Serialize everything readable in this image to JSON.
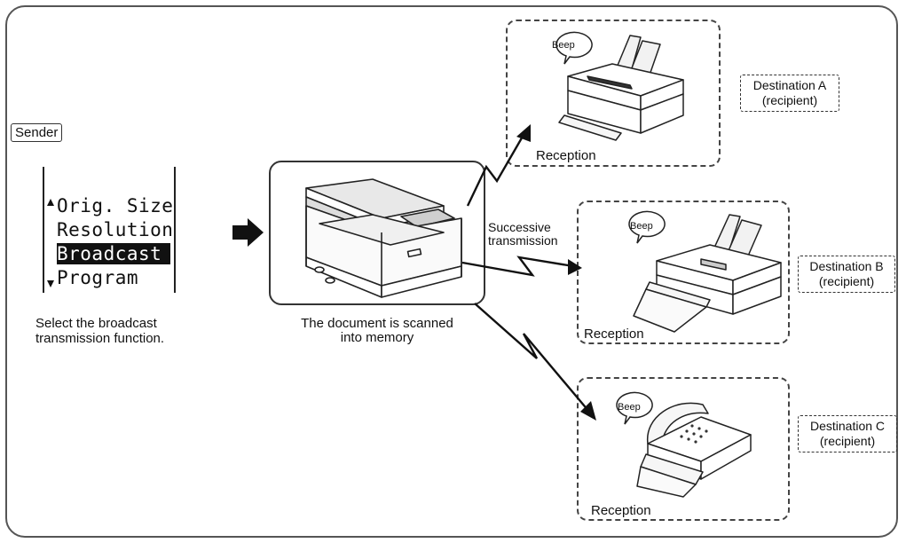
{
  "sender": {
    "label": "Sender"
  },
  "menu": {
    "items": [
      "Orig. Size",
      "Resolution",
      "Broadcast",
      "Program"
    ],
    "selected": "Broadcast",
    "caption_line1": "Select the broadcast",
    "caption_line2": "transmission function."
  },
  "scanner": {
    "caption_line1": "The document is scanned",
    "caption_line2": "into memory"
  },
  "transmission": {
    "line1": "Successive",
    "line2": "transmission"
  },
  "destinations": [
    {
      "name": "Destination A",
      "role": "(recipient)",
      "beep": "Beep",
      "reception": "Reception"
    },
    {
      "name": "Destination B",
      "role": "(recipient)",
      "beep": "Beep",
      "reception": "Reception"
    },
    {
      "name": "Destination C",
      "role": "(recipient)",
      "beep": "Beep",
      "reception": "Reception"
    }
  ],
  "icons": {
    "arrow": "right-arrow-icon",
    "scroll_up": "triangle-up-icon",
    "scroll_down": "triangle-down-icon",
    "device": "fax-machine-icon",
    "copier": "copier-icon",
    "signal": "lightning-arrow-icon"
  }
}
